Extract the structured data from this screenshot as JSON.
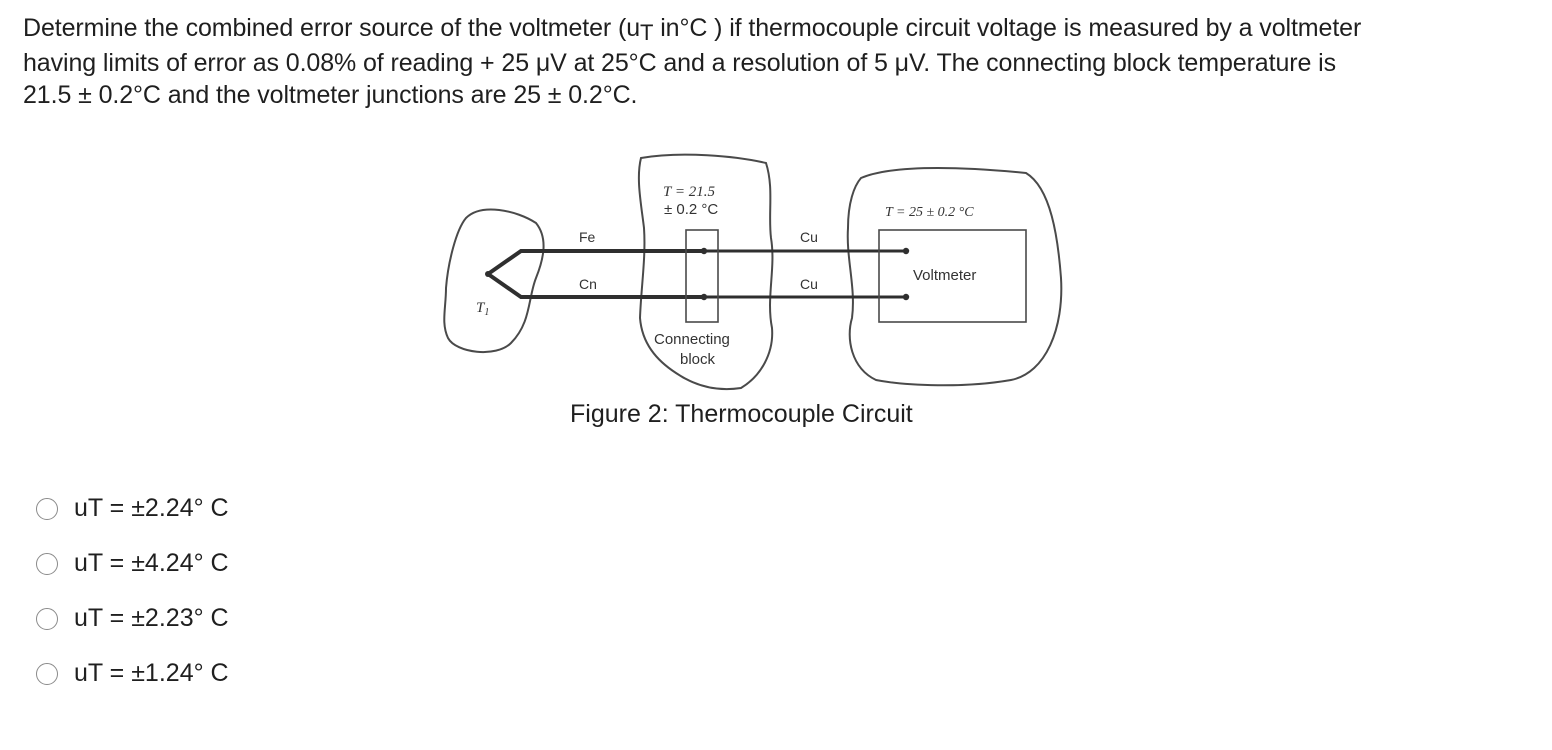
{
  "question": {
    "line1_part1": "Determine the combined error source of the voltmeter (u",
    "line1_sub": "T",
    "line1_part2": "  in°C )  if thermocouple circuit voltage is measured by a voltmeter",
    "line2": "having limits of error as 0.08% of reading + 25 μV at 25°C and a resolution of 5 μV. The connecting block temperature is",
    "line3": "21.5 ± 0.2°C and the voltmeter junctions are 25 ± 0.2°C."
  },
  "figure": {
    "caption": "Figure 2: Thermocouple Circuit",
    "labels": {
      "block_temp_line1": "T = 21.5",
      "block_temp_line2": "± 0.2 °C",
      "voltmeter_temp": "T = 25 ± 0.2 °C",
      "wire_fe": "Fe",
      "wire_cn": "Cn",
      "wire_cu_top": "Cu",
      "wire_cu_bottom": "Cu",
      "voltmeter": "Voltmeter",
      "junction": "T",
      "junction_sub": "1",
      "block_line1": "Connecting",
      "block_line2": "block"
    }
  },
  "options": [
    {
      "label": "uT = ±2.24° C"
    },
    {
      "label": "uT = ±4.24° C"
    },
    {
      "label": "uT = ±2.23° C"
    },
    {
      "label": "uT = ±1.24° C"
    }
  ]
}
